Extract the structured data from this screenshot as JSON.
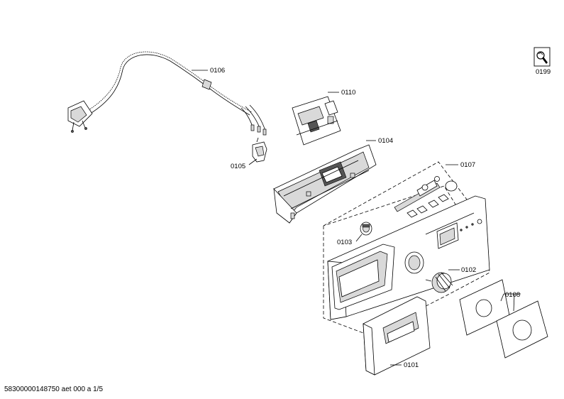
{
  "parts": [
    {
      "id": "p0106",
      "label": "0106"
    },
    {
      "id": "p0105",
      "label": "0105"
    },
    {
      "id": "p0110",
      "label": "0110"
    },
    {
      "id": "p0104",
      "label": "0104"
    },
    {
      "id": "p0107",
      "label": "0107"
    },
    {
      "id": "p0103",
      "label": "0103"
    },
    {
      "id": "p0102",
      "label": "0102"
    },
    {
      "id": "p0108",
      "label": "0108"
    },
    {
      "id": "p0101",
      "label": "0101"
    },
    {
      "id": "p0199",
      "label": "0199"
    }
  ],
  "footer": "58300000148750 aet 000 a 1/5"
}
